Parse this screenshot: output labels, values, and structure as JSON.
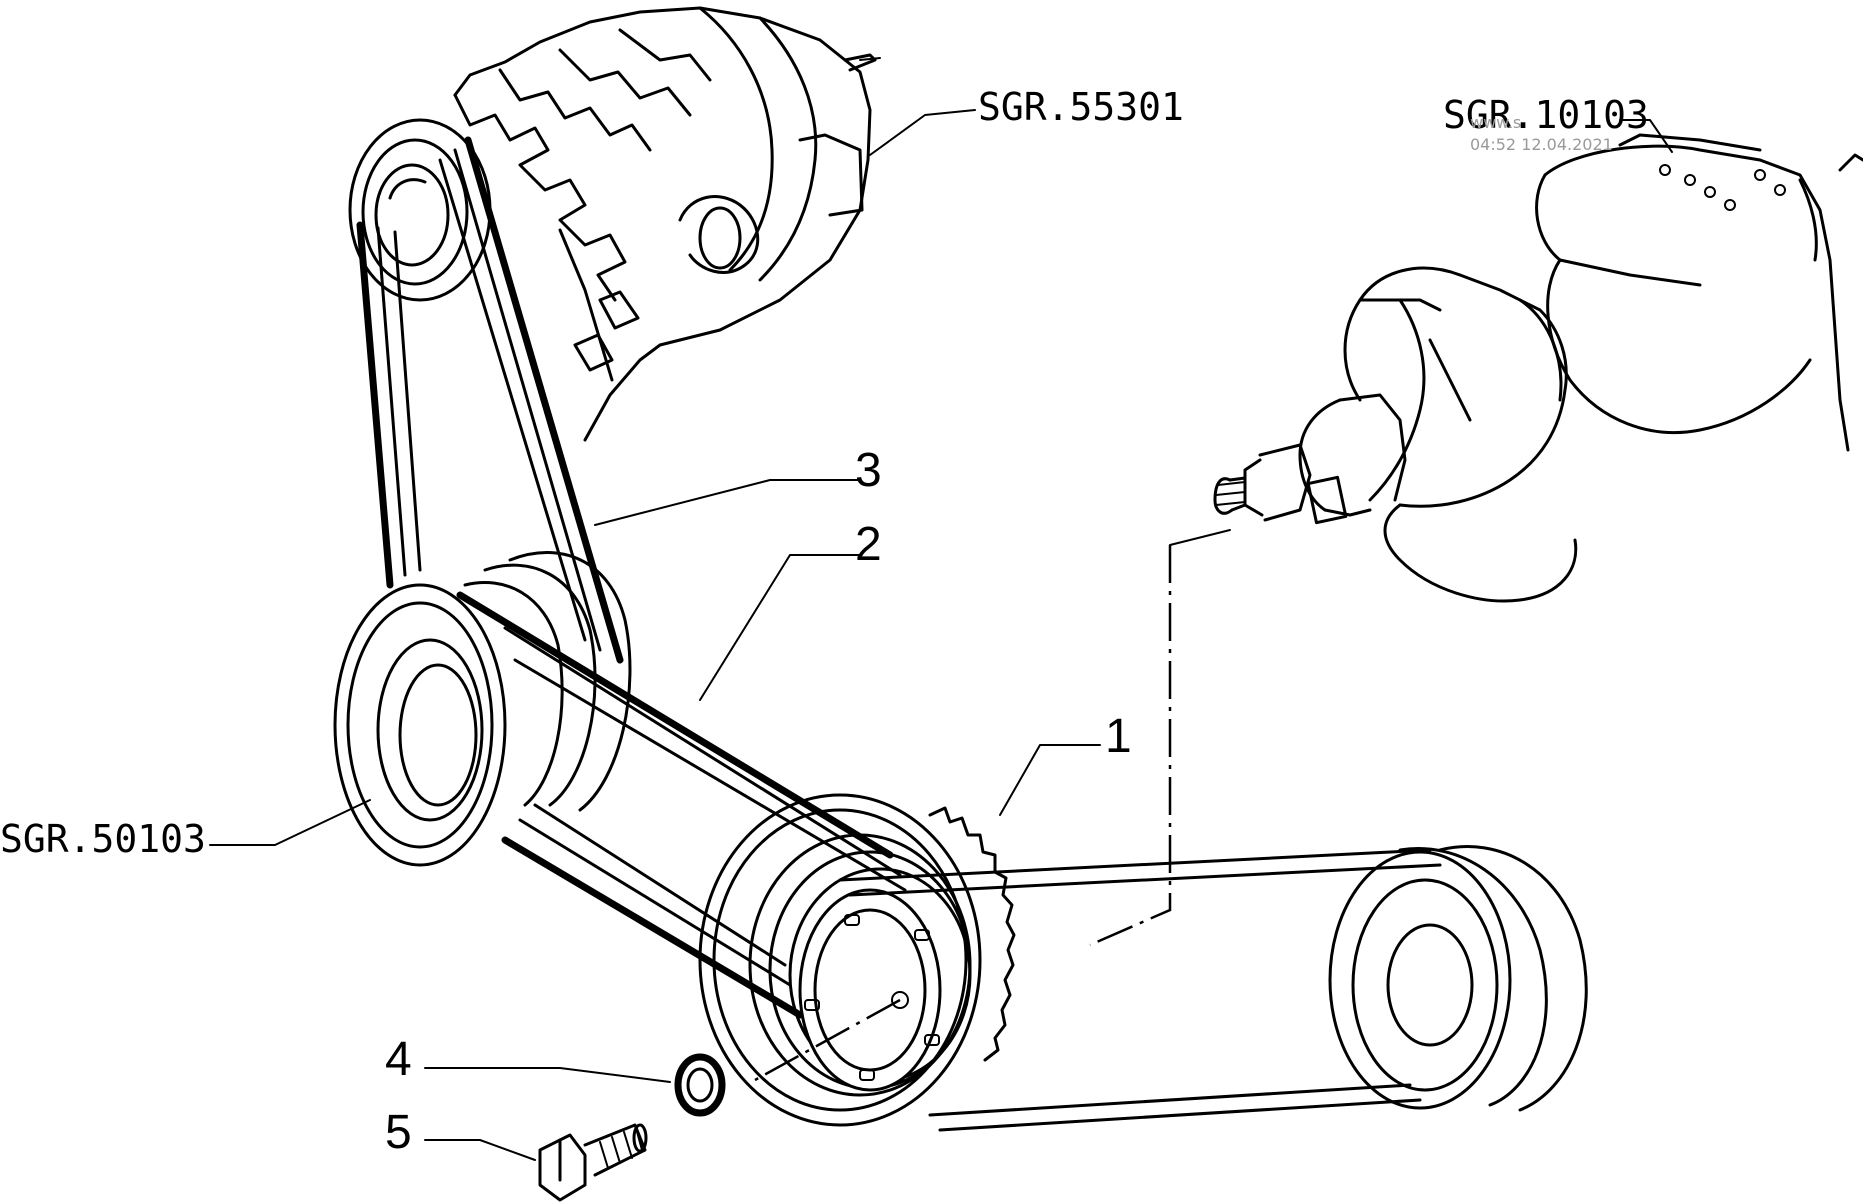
{
  "diagram": {
    "references": {
      "alternator": "SGR.55301",
      "crankshaft": "SGR.10103",
      "pump": "SGR.50103"
    },
    "callouts": [
      "1",
      "2",
      "3",
      "4",
      "5"
    ],
    "watermark": {
      "line1": "www.s",
      "line2": "04:52 12.04.2021"
    }
  }
}
